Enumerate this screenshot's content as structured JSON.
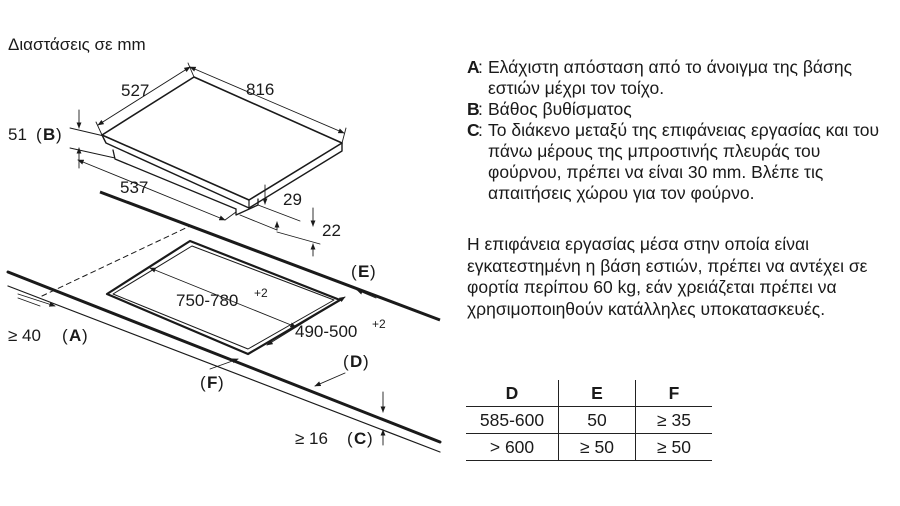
{
  "units_label": "Διαστάσεις σε mm",
  "dimensions": {
    "width_816": "816",
    "depth_527": "527",
    "depth_51": "51",
    "label_B": "B",
    "dim_537": "537",
    "dim_29": "29",
    "dim_22": "22",
    "label_E": "E",
    "cutout_width": "750-780",
    "cutout_width_tol": "+2",
    "cutout_depth": "490-500",
    "cutout_depth_tol": "+2",
    "label_D": "D",
    "min_40_prefix": "≥ 40",
    "label_A": "A",
    "label_F": "F",
    "min_16_prefix": "≥ 16",
    "label_C": "C"
  },
  "legend": [
    {
      "key": "A",
      "text": "Ελάχιστη απόσταση από το άνοιγμα της βάσης εστιών μέχρι τον τοίχο."
    },
    {
      "key": "B",
      "text": "Βάθος βυθίσματος"
    },
    {
      "key": "C",
      "text": "Το διάκενο μεταξύ της επιφάνειας εργασίας και του πάνω μέρους της μπροστινής πλευράς του φούρνου, πρέπει να είναι 30 mm. Βλέπε τις απαιτήσεις χώρου για τον φούρνο."
    }
  ],
  "note": "Η επιφάνεια εργασίας μέσα στην οποία είναι εγκατεστημένη η βάση εστιών, πρέπει να αντέχει σε φορτία περίπου 60 kg, εάν χρειάζεται πρέπει να χρησιμοποιηθούν κατάλληλες υποκατασκευές.",
  "table": {
    "headers": [
      "D",
      "E",
      "F"
    ],
    "rows": [
      [
        "585-600",
        "50",
        "≥ 35"
      ],
      [
        "> 600",
        "≥ 50",
        "≥ 50"
      ]
    ]
  },
  "colors": {
    "line": "#1a1a1a",
    "background": "#ffffff",
    "hob_fill": "#ffffff"
  }
}
